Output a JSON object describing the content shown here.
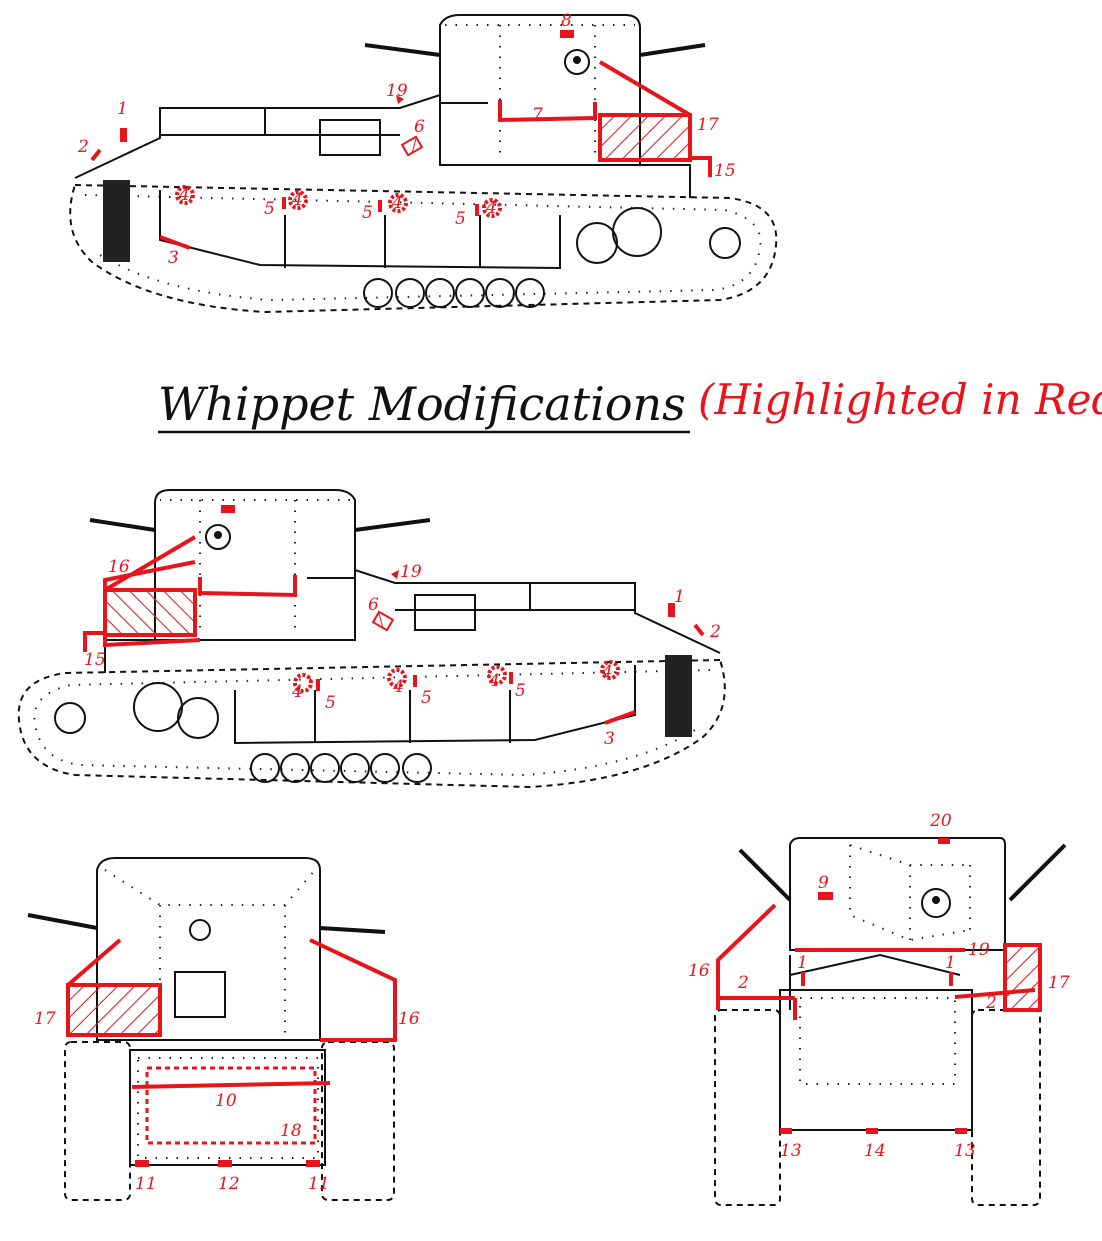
{
  "title": "Whippet Modifications",
  "subtitle": "(Highlighted in Red",
  "colors": {
    "highlight": "#e8141c",
    "ink": "#111111"
  },
  "side_view_top": {
    "labels": [
      "1",
      "2",
      "3",
      "4",
      "4",
      "4",
      "4",
      "5",
      "5",
      "5",
      "6",
      "7",
      "8",
      "15",
      "17",
      "19"
    ]
  },
  "side_view_middle": {
    "labels": [
      "16",
      "15",
      "6",
      "19",
      "1",
      "2",
      "3",
      "4",
      "4",
      "4",
      "4",
      "5",
      "5",
      "5"
    ]
  },
  "rear_view": {
    "labels": [
      "17",
      "16",
      "10",
      "18",
      "11",
      "12",
      "11"
    ]
  },
  "front_view": {
    "labels": [
      "20",
      "9",
      "16",
      "2",
      "1",
      "1",
      "19",
      "2",
      "17",
      "13",
      "14",
      "13"
    ]
  }
}
